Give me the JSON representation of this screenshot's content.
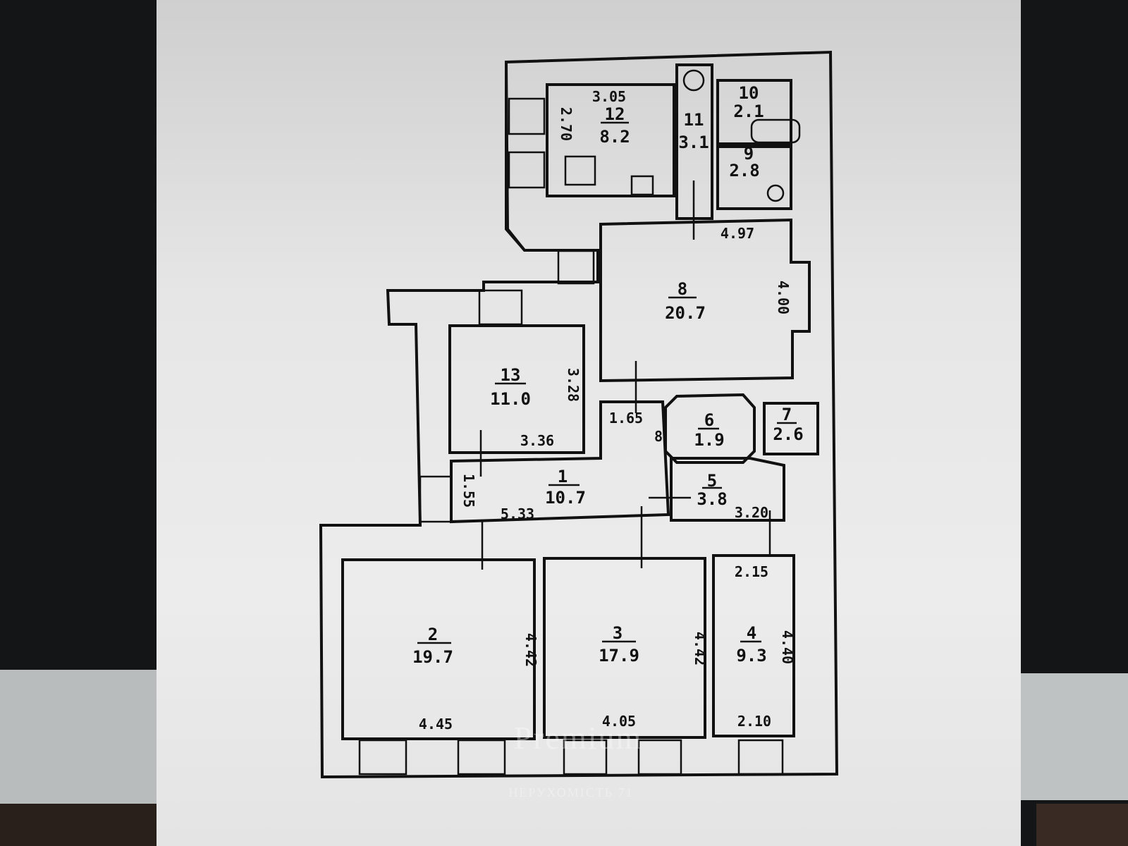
{
  "rooms": {
    "r1": {
      "number": "1",
      "area": "10.7"
    },
    "r2": {
      "number": "2",
      "area": "19.7"
    },
    "r3": {
      "number": "3",
      "area": "17.9"
    },
    "r4": {
      "number": "4",
      "area": "9.3"
    },
    "r5": {
      "number": "5",
      "area": "3.8"
    },
    "r6": {
      "number": "6",
      "area": "1.9"
    },
    "r7": {
      "number": "7",
      "area": "2.6"
    },
    "r8": {
      "number": "8",
      "area": "20.7"
    },
    "r9": {
      "number": "9",
      "area": "2.8"
    },
    "r10": {
      "number": "10",
      "area": "2.1"
    },
    "r11": {
      "number": "11",
      "area": "3.1"
    },
    "r12": {
      "number": "12",
      "area": "8.2"
    },
    "r13": {
      "number": "13",
      "area": "11.0"
    }
  },
  "dims": {
    "d305": "3.05",
    "d270": "2.70",
    "d497": "4.97",
    "d400": "4.00",
    "d328": "3.28",
    "d336": "3.36",
    "d165": "1.65",
    "d533": "5.33",
    "d155": "1.55",
    "d320": "3.20",
    "d215": "2.15",
    "d442a": "4.42",
    "d442b": "4.42",
    "d440": "4.40",
    "d445": "4.45",
    "d405": "4.05",
    "d210": "2.10",
    "d8": "8"
  },
  "watermark": {
    "line1": "Premium",
    "line2": "НЕРУХОМІСТЬ 71"
  }
}
